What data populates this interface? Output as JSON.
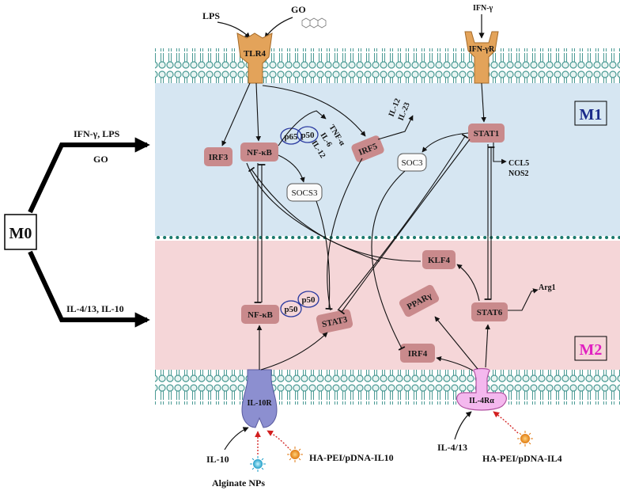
{
  "stimuli": {
    "lps": "LPS",
    "go_top": "GO",
    "ifn_gamma": "IFN-γ",
    "ifn_lps": "IFN-γ, LPS",
    "go_side": "GO",
    "il413_il10": "IL-4/13, IL-10",
    "il10": "IL-10",
    "il413": "IL-4/13",
    "alginate": "Alginate NPs",
    "ha_il10": "HA-PEI/pDNA-IL10",
    "ha_il4": "HA-PEI/pDNA-IL4"
  },
  "receptors": {
    "tlr4": "TLR4",
    "ifngr": "IFN-γR",
    "il10r": "IL-10R",
    "il4r": "IL-4Rα"
  },
  "states": {
    "m0": "M0",
    "m1": "M1",
    "m2": "M2"
  },
  "nodes": {
    "irf3": "IRF3",
    "nfkb_m1": "NF-κB",
    "irf5": "IRF5",
    "stat1": "STAT1",
    "soc3": "SOC3",
    "socs3": "SOCS3",
    "p65": "p65",
    "p50_a": "p50",
    "klf4": "KLF4",
    "ppar": "PPARγ",
    "stat6": "STAT6",
    "irf4": "IRF4",
    "nfkb_m2": "NF-κB",
    "p50_b": "p50",
    "p50_c": "p50",
    "stat3": "STAT3"
  },
  "outputs": {
    "tnf": "TNF-α",
    "il6": "IL-6",
    "il12": "IL-12",
    "irf5_il12": "IL-12",
    "irf5_il23": "IL-23",
    "ccl5": "CCL5",
    "nos2": "NOS2",
    "arg1": "Arg1"
  },
  "colors": {
    "m1_bg": "#d6e6f2",
    "m2_bg": "#f5d6d8",
    "node_fill": "#c98a8c",
    "receptor_orange": "#e3a35a",
    "receptor_purple": "#8c8fd0",
    "receptor_pink": "#f4b8ee",
    "membrane": "#4a9a94",
    "m1_text": "#1a2a8a",
    "m2_text": "#e020c0"
  }
}
